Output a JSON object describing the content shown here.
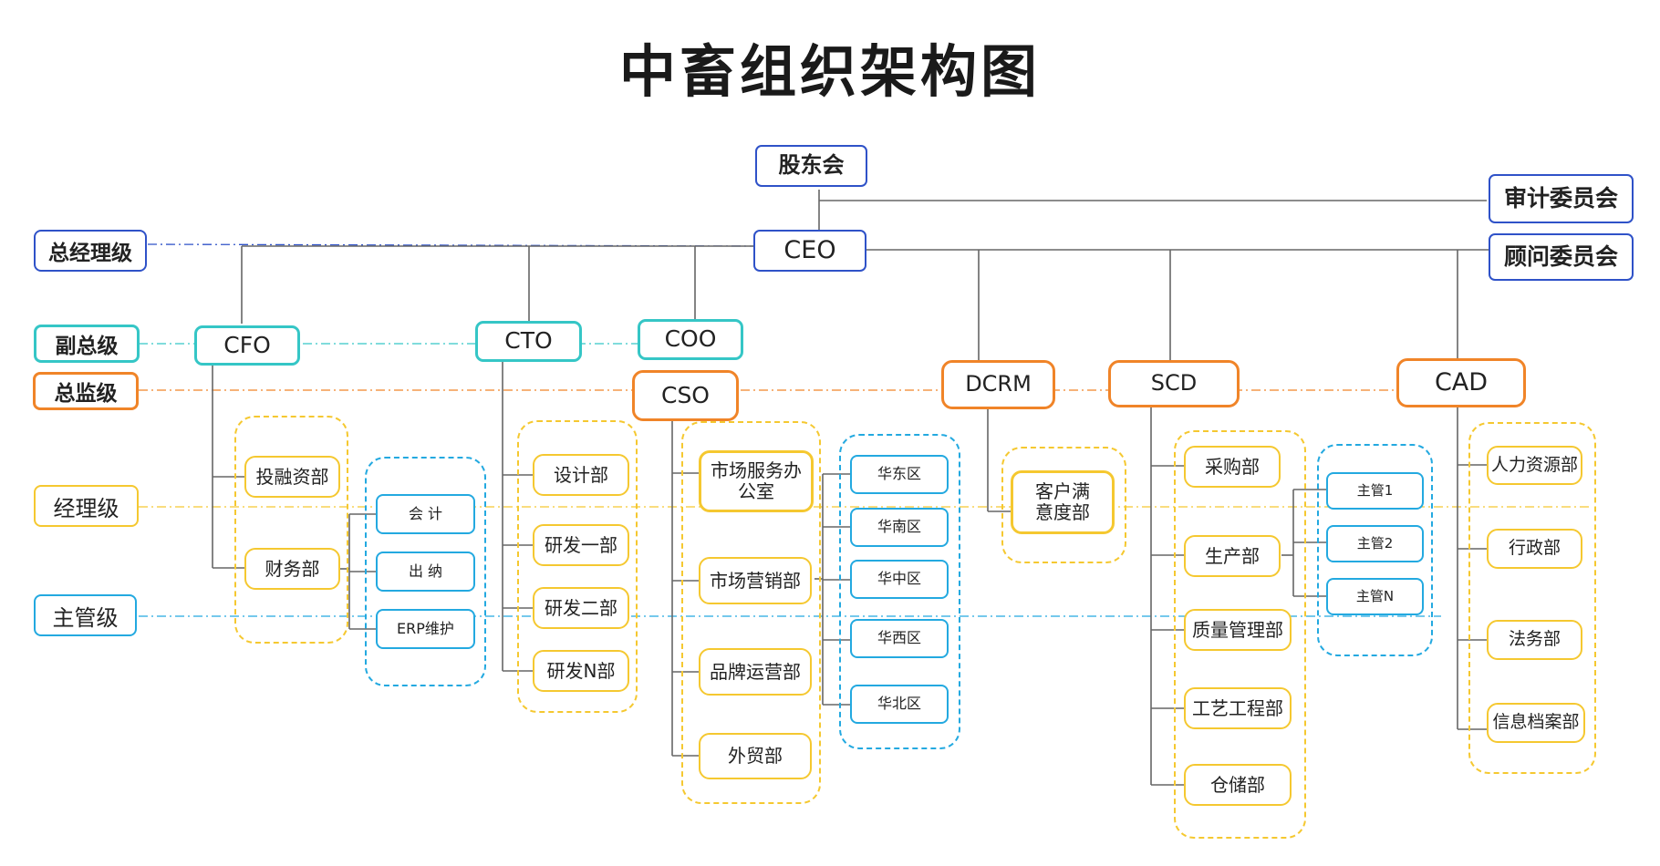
{
  "title": "中畜组织架构图",
  "levels": {
    "general_manager": "总经理级",
    "deputy": "副总级",
    "director": "总监级",
    "manager": "经理级",
    "supervisor": "主管级"
  },
  "top": {
    "shareholders": "股东会",
    "ceo": "CEO",
    "audit_committee": "审计委员会",
    "advisory_committee": "顾问委员会"
  },
  "executives": {
    "cfo": "CFO",
    "cto": "CTO",
    "coo": "COO",
    "cso": "CSO",
    "dcrm": "DCRM",
    "scd": "SCD",
    "cad": "CAD"
  },
  "cfo_depts": [
    "投融资部",
    "财务部"
  ],
  "finance_roles": [
    "会 计",
    "出 纳",
    "ERP维护"
  ],
  "cto_depts": [
    "设计部",
    "研发一部",
    "研发二部",
    "研发N部"
  ],
  "cso_depts": [
    "市场服务办\n公室",
    "市场营销部",
    "品牌运营部",
    "外贸部"
  ],
  "regions": [
    "华东区",
    "华南区",
    "华中区",
    "华西区",
    "华北区"
  ],
  "dcrm_depts": [
    "客户满\n意度部"
  ],
  "scd_depts": [
    "采购部",
    "生产部",
    "质量管理部",
    "工艺工程部",
    "仓储部"
  ],
  "production_supervisors": [
    "主管1",
    "主管2",
    "主管N"
  ],
  "cad_depts": [
    "人力资源部",
    "行政部",
    "法务部",
    "信息档案部"
  ],
  "colors": {
    "top": "#2f52c8",
    "deputy": "#35c6c6",
    "director": "#f08428",
    "manager": "#f5c830",
    "supervisor": "#23a9e0",
    "connector": "#666666"
  }
}
